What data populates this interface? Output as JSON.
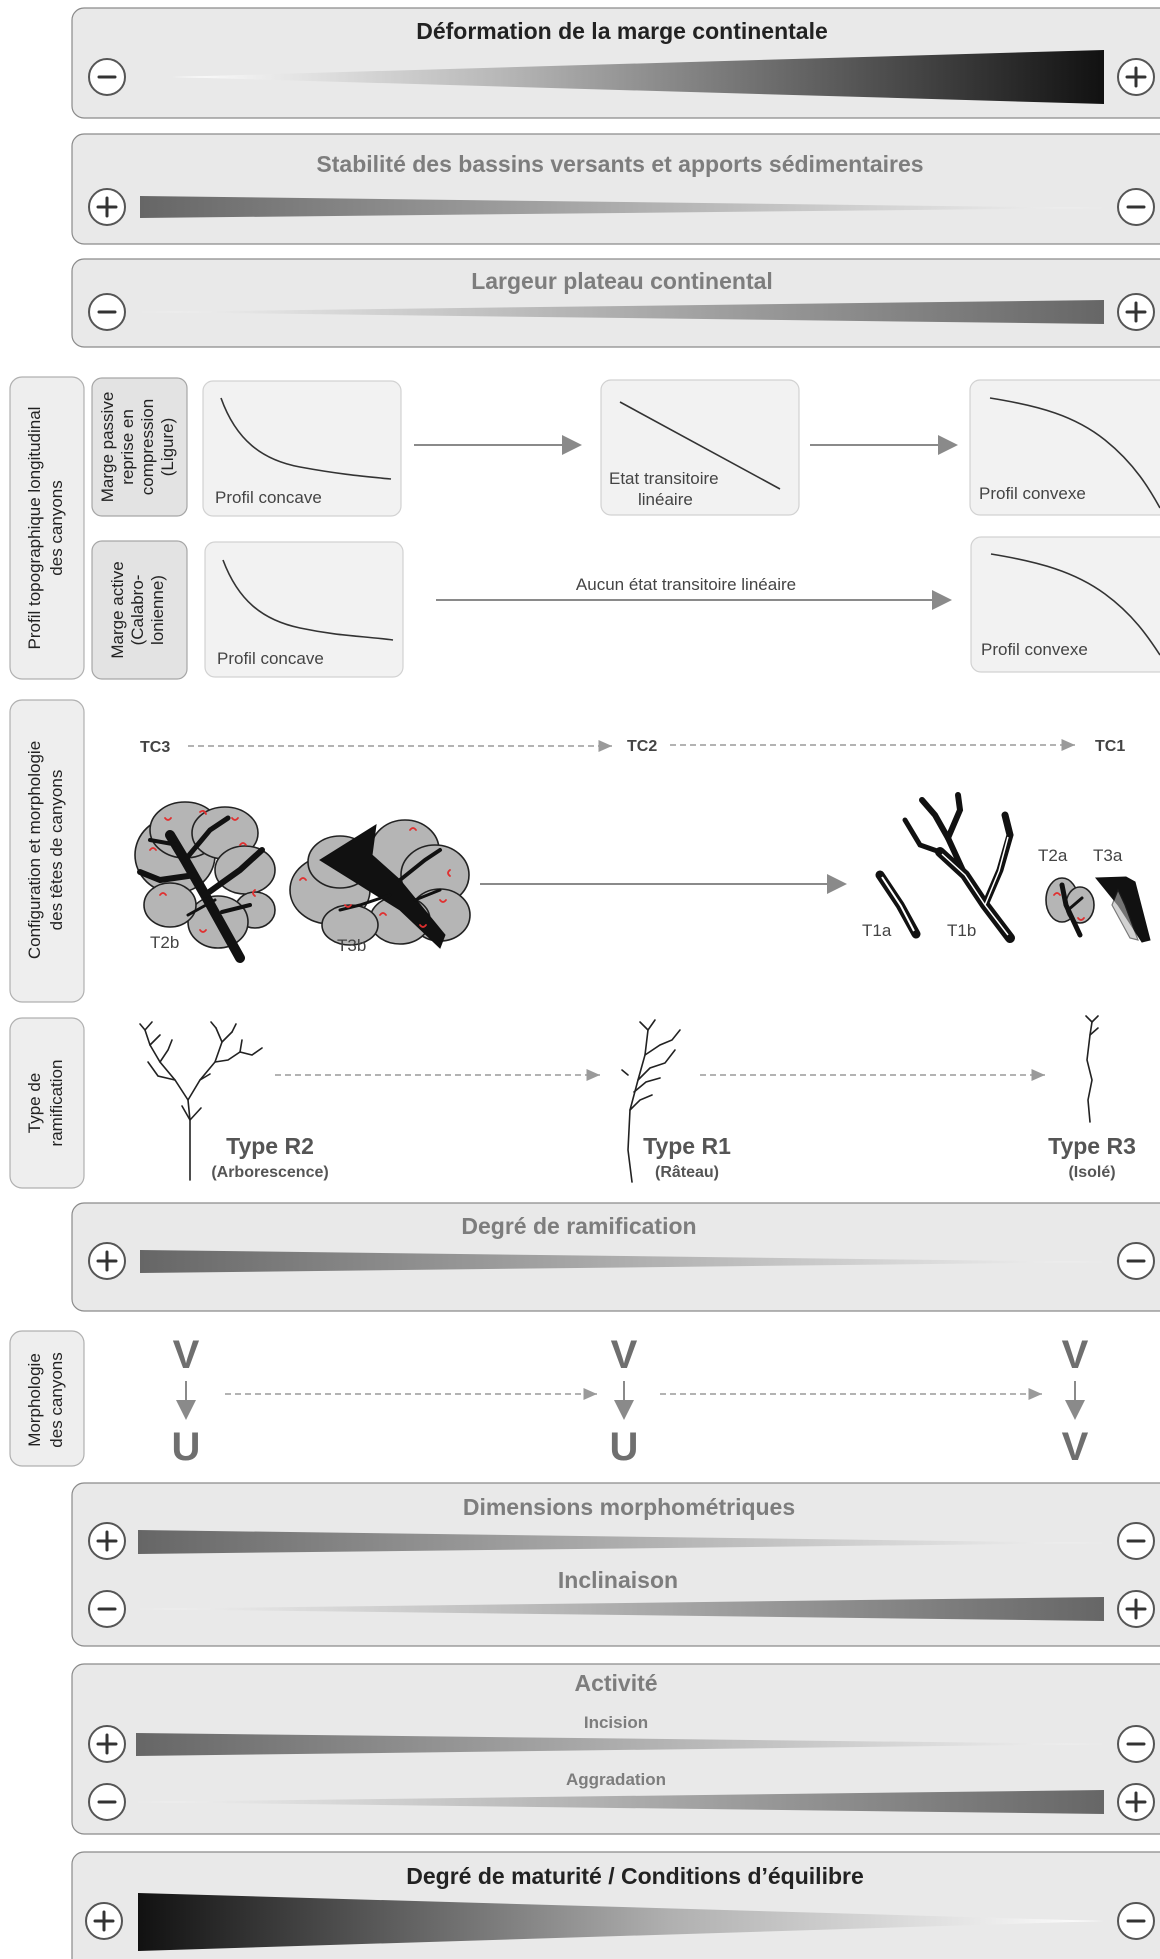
{
  "gradients": {
    "deformation": {
      "title": "Déformation de la marge continentale",
      "left": "-",
      "right": "+",
      "direction": "increasing"
    },
    "stabilite": {
      "title": "Stabilité des bassins versants et apports sédimentaires",
      "left": "+",
      "right": "-",
      "direction": "decreasing"
    },
    "largeur": {
      "title": "Largeur plateau continental",
      "left": "-",
      "right": "+",
      "direction": "increasing"
    },
    "ramification": {
      "title": "Degré de ramification",
      "left": "+",
      "right": "-",
      "direction": "decreasing"
    },
    "dimensions": {
      "title": "Dimensions morphométriques",
      "left": "+",
      "right": "-",
      "direction": "decreasing"
    },
    "inclinaison": {
      "title": "Inclinaison",
      "left": "-",
      "right": "+",
      "direction": "increasing"
    },
    "activite": {
      "title": "Activité"
    },
    "incision": {
      "title": "Incision",
      "left": "+",
      "right": "-",
      "direction": "decreasing"
    },
    "aggradation": {
      "title": "Aggradation",
      "left": "-",
      "right": "+",
      "direction": "increasing"
    },
    "maturite": {
      "title": "Degré de maturité / Conditions d’équilibre",
      "left": "+",
      "right": "-",
      "direction": "decreasing"
    }
  },
  "profile": {
    "side_label_line1": "Profil topographique longitudinal",
    "side_label_line2": "des canyons",
    "passive": {
      "label_lines": [
        "Marge passive",
        "reprise en",
        "compression",
        "(Ligure)"
      ],
      "concave": "Profil concave",
      "transitional_line1": "Etat transitoire",
      "transitional_line2": "linéaire",
      "convex": "Profil convexe"
    },
    "active": {
      "label_lines": [
        "Marge active",
        "(Calabro-",
        "lonienne)"
      ],
      "concave": "Profil concave",
      "arrow_label": "Aucun état transitoire linéaire",
      "convex": "Profil convexe"
    }
  },
  "configuration": {
    "side_label_line1": "Configuration et morphologie",
    "side_label_line2": "des têtes de canyons",
    "tc_labels": [
      "TC3",
      "TC2",
      "TC1"
    ],
    "types": [
      "T2b",
      "T3b",
      "T1a",
      "T1b",
      "T2a",
      "T3a"
    ]
  },
  "ramification": {
    "side_label_line1": "Type de",
    "side_label_line2": "ramification",
    "types": [
      {
        "name": "Type R2",
        "sub": "(Arborescence)"
      },
      {
        "name": "Type R1",
        "sub": "(Râteau)"
      },
      {
        "name": "Type R3",
        "sub": "(Isolé)"
      }
    ]
  },
  "morphologie": {
    "side_label_line1": "Morphologie",
    "side_label_line2": "des canyons",
    "pairs": [
      {
        "top": "V",
        "bottom": "U"
      },
      {
        "top": "V",
        "bottom": "U"
      },
      {
        "top": "V",
        "bottom": "V"
      }
    ]
  },
  "colors": {
    "panel": "#e9e9e9",
    "gradient_dark": "#1a1a1a",
    "gradient_mid": "#777777",
    "red_marks": "#e03030"
  }
}
